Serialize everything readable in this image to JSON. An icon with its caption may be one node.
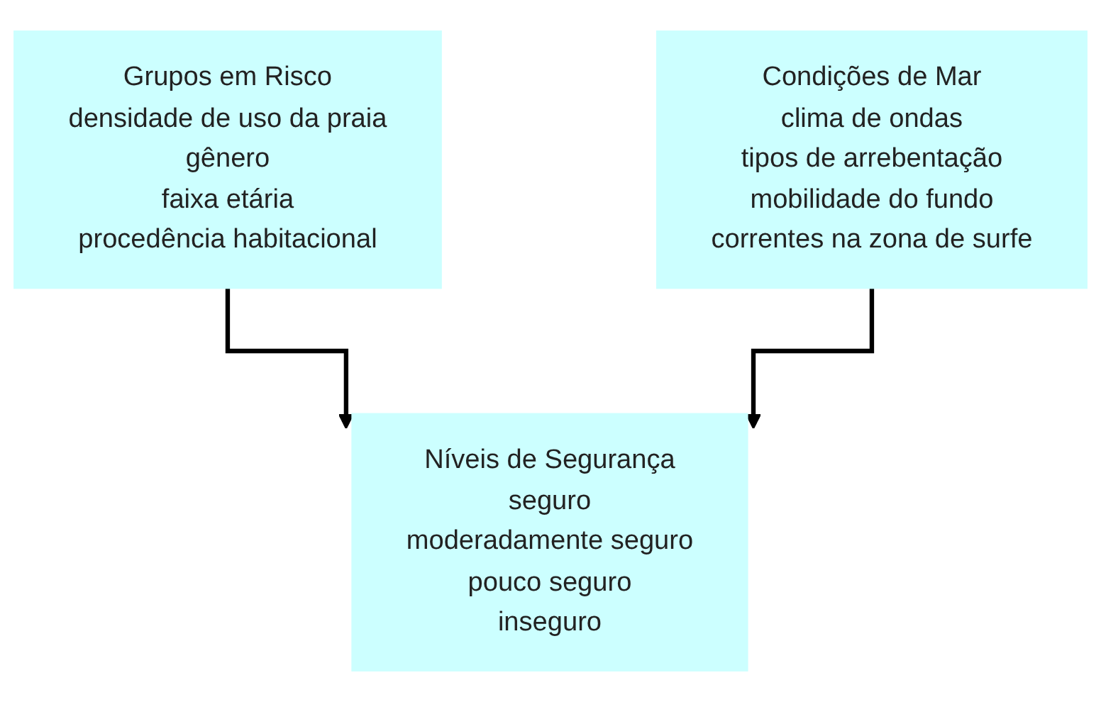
{
  "diagram": {
    "nodes": [
      {
        "text": [
          "Grupos em Risco",
          "densidade de uso da praia",
          "gênero",
          "faixa etária",
          "procedência habitacional"
        ]
      },
      {
        "text": [
          "Condições de Mar",
          "clima de ondas",
          "tipos de arrebentação",
          "mobilidade do fundo",
          "correntes na zona de surfe"
        ]
      },
      {
        "text": [
          "Níveis de Segurança",
          "seguro",
          "moderadamente seguro",
          "pouco seguro",
          "inseguro"
        ]
      }
    ],
    "edges": [
      {
        "from": 0,
        "to": 2,
        "arrow": "to"
      },
      {
        "from": 1,
        "to": 2,
        "arrow": "to"
      }
    ]
  }
}
